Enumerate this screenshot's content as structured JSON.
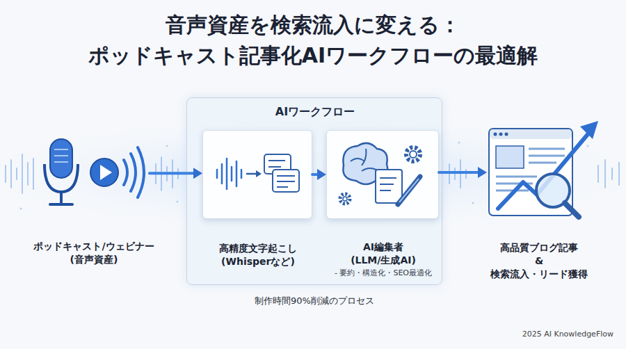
{
  "diagram": {
    "title": "音声資産を検索流入に変える： ポッドキャスト記事化AIワークフローの最適解",
    "caption": "制作時間90%削減のプロセス",
    "nodes": [
      {
        "text": [
          "ポッドキャスト/ウェビナー (音声資産)"
        ]
      },
      {
        "text": [
          "AIワークフロー"
        ]
      },
      {
        "text": [
          "高精度文字起こし (Whisperなど)"
        ],
        "in": 1
      },
      {
        "text": [
          "AI編集者 (LLM/生成AI)",
          "- 要約・構造化・SEO最適化"
        ],
        "in": 1
      },
      {
        "text": [
          "高品質ブログ記事 & 検索流入・リード獲得"
        ]
      }
    ],
    "edges": [
      {
        "from": 0,
        "to": 2,
        "arrow": "to"
      },
      {
        "from": 2,
        "to": 3,
        "arrow": "to"
      },
      {
        "from": 3,
        "to": 4,
        "arrow": "to"
      }
    ],
    "labels": [
      "2025 AI KnowledgeFlow"
    ]
  }
}
